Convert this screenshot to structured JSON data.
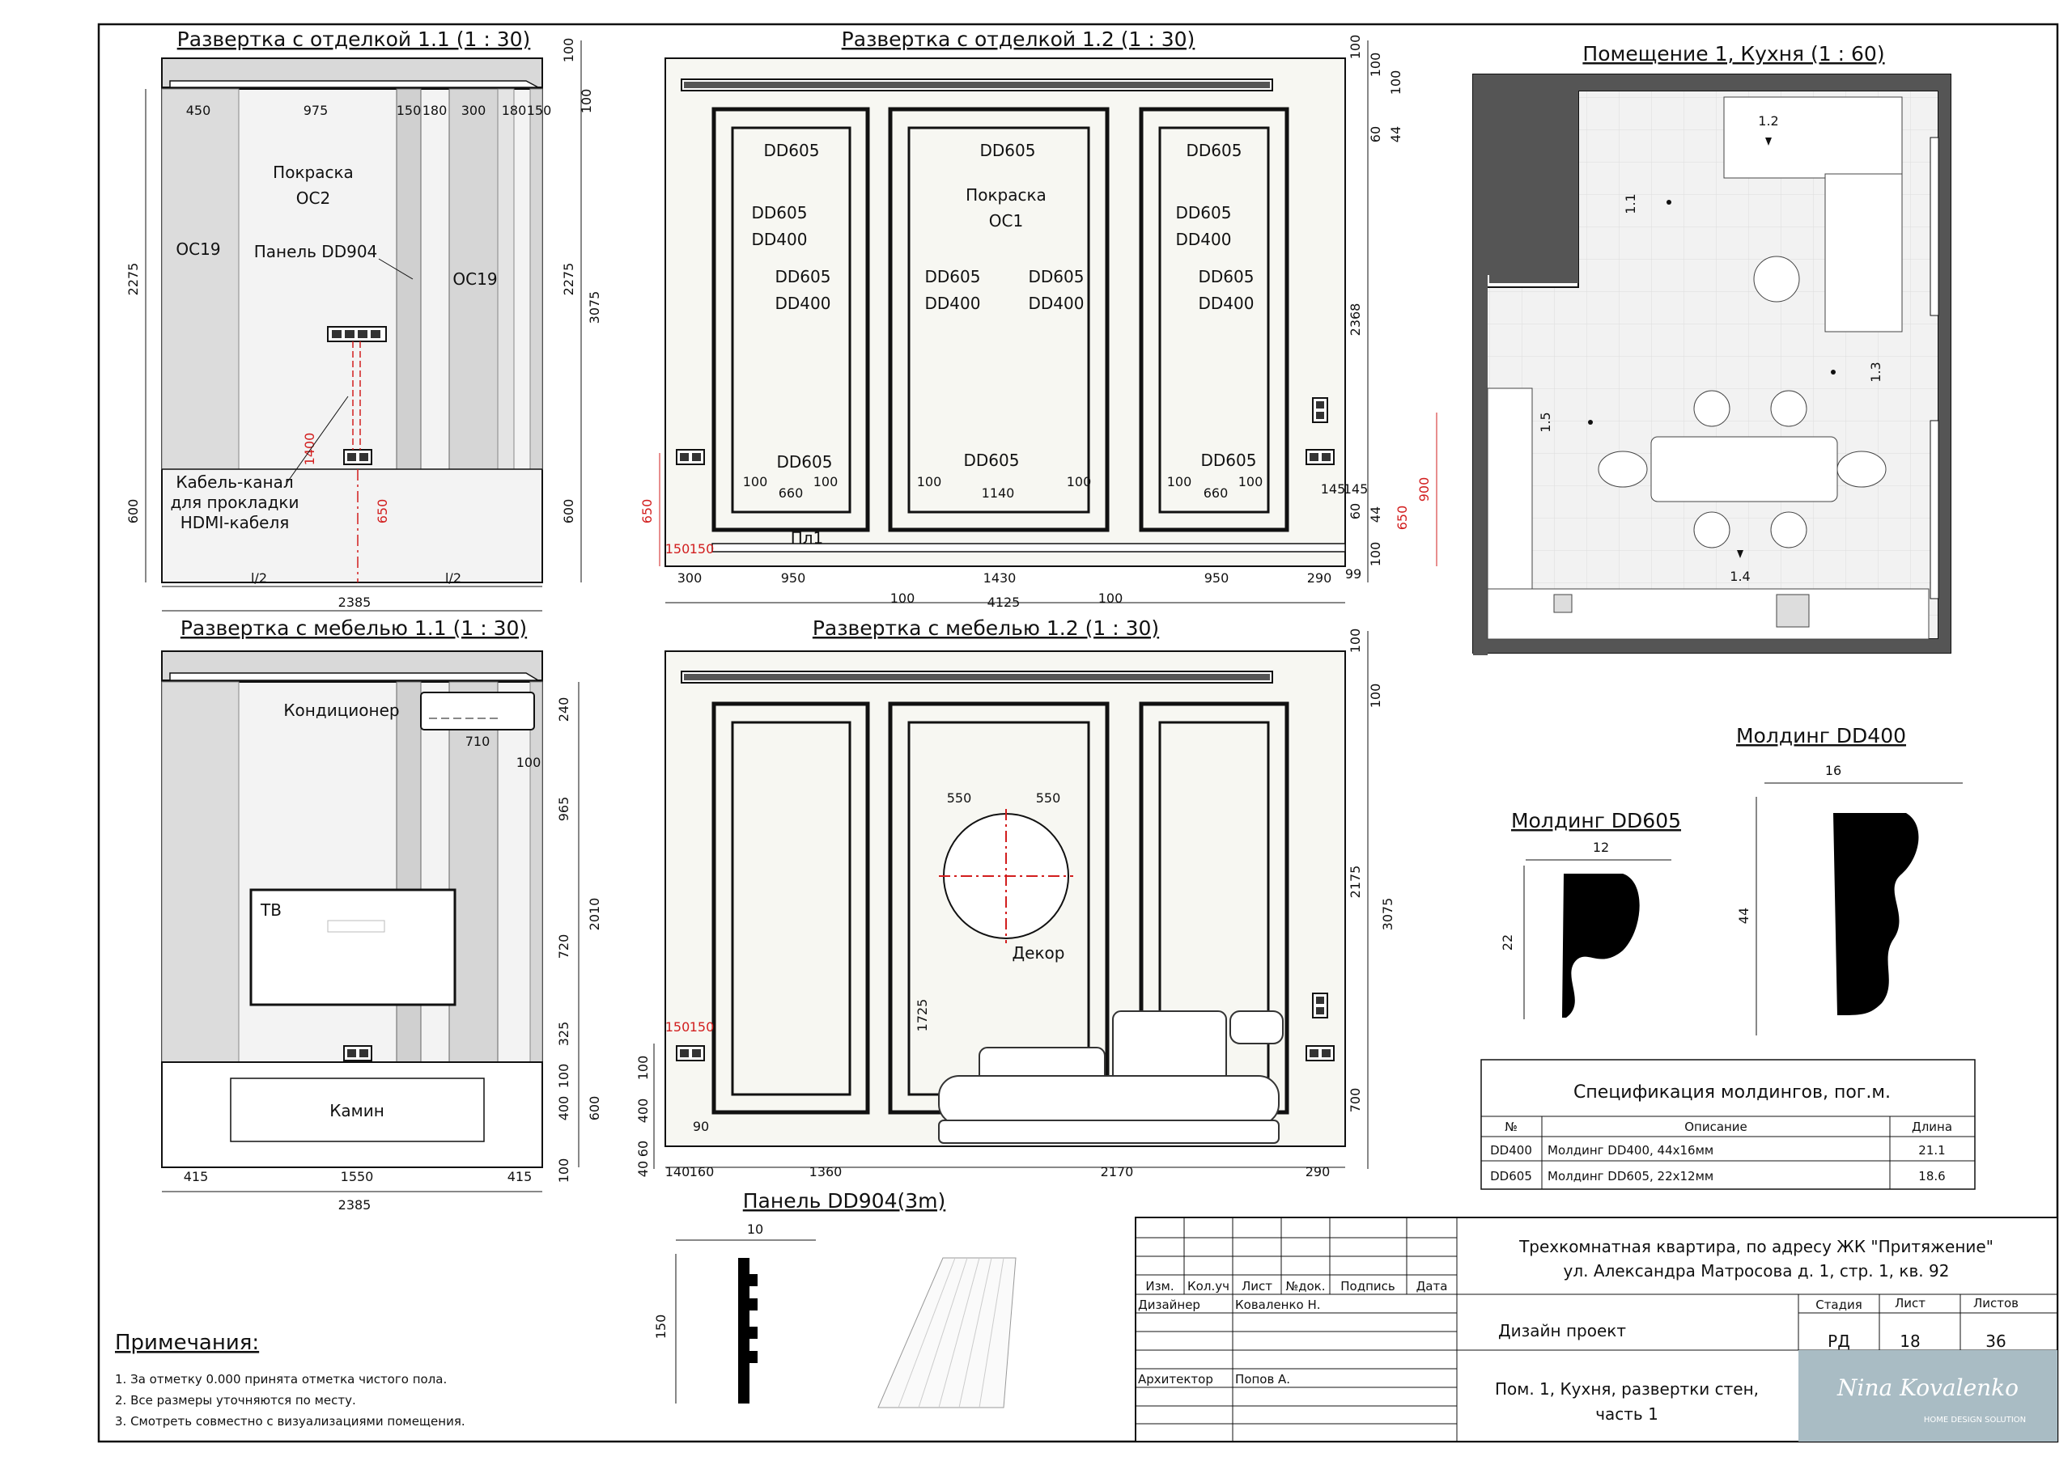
{
  "titles": {
    "finish_1_1": "Развертка с отделкой 1.1 (1 : 30)",
    "finish_1_2": "Развертка с отделкой 1.2 (1 : 30)",
    "room": "Помещение 1, Кухня (1 : 60)",
    "furn_1_1": "Развертка с мебелью 1.1 (1 : 30)",
    "furn_1_2": "Развертка с мебелью 1.2 (1 : 30)",
    "molding_dd400": "Молдинг DD400",
    "molding_dd605": "Молдинг DD605",
    "panel_dd904": "Панель DD904(3m)"
  },
  "finish_1_1": {
    "top_dims": [
      "450",
      "975",
      "150",
      "180",
      "300",
      "180",
      "150"
    ],
    "right_dims": [
      "100",
      "100",
      "2275",
      "3075",
      "600"
    ],
    "left_dims": [
      "2275",
      "600"
    ],
    "labels": {
      "paint": "Покраска",
      "paint_code": "ОС2",
      "oc19_left": "ОС19",
      "oc19_right": "ОС19",
      "panel": "Панель DD904",
      "cable_1": "Кабель-канал",
      "cable_2": "для прокладки",
      "cable_3": "HDMI-кабеля"
    },
    "red_dims": [
      "1400",
      "650"
    ],
    "bottom_dims": [
      "l/2",
      "l/2",
      "2385"
    ]
  },
  "finish_1_2": {
    "labels": {
      "dd605": "DD605",
      "dd400": "DD400",
      "paint": "Покраска",
      "paint_code": "ОС1",
      "pl1": "Пл1"
    },
    "inner_dims": [
      "100",
      "660",
      "100",
      "100",
      "1140",
      "100",
      "100",
      "660",
      "100"
    ],
    "right_dims": [
      "100",
      "100",
      "100",
      "60",
      "44",
      "2368",
      "145",
      "145",
      "44",
      "60",
      "100",
      "99"
    ],
    "red_dims": [
      "650",
      "150",
      "150",
      "900",
      "650"
    ],
    "bottom_dims": [
      "300",
      "950",
      "1430",
      "950",
      "290",
      "100",
      "4125",
      "100"
    ]
  },
  "furn_1_1": {
    "labels": {
      "ac": "Кондиционер",
      "tv": "ТВ",
      "fireplace": "Камин"
    },
    "dims": [
      "240",
      "710",
      "100",
      "965",
      "2010",
      "720",
      "325",
      "400",
      "600",
      "100",
      "100"
    ],
    "bottom_dims": [
      "415",
      "1550",
      "415",
      "2385"
    ]
  },
  "furn_1_2": {
    "labels": {
      "decor": "Декор"
    },
    "dims": [
      "100",
      "100",
      "550",
      "550",
      "2175",
      "3075",
      "1725",
      "700"
    ],
    "red_dims": [
      "150",
      "150"
    ],
    "left_dims": [
      "100",
      "400",
      "60",
      "40",
      "90"
    ],
    "bottom_dims": [
      "140",
      "160",
      "1360",
      "2170",
      "290"
    ]
  },
  "room_plan": {
    "markers": [
      "1.1",
      "1.2",
      "1.3",
      "1.4",
      "1.5"
    ]
  },
  "moldings": {
    "dd400_w": "16",
    "dd400_h": "44",
    "dd605_w": "12",
    "dd605_h": "22",
    "panel_w": "10",
    "panel_h": "150"
  },
  "spec_table": {
    "title": "Спецификация молдингов, пог.м.",
    "headers": [
      "№",
      "Описание",
      "Длина"
    ],
    "rows": [
      {
        "code": "DD400",
        "desc": "Молдинг DD400, 44х16мм",
        "len": "21.1"
      },
      {
        "code": "DD605",
        "desc": "Молдинг DD605, 22х12мм",
        "len": "18.6"
      }
    ]
  },
  "notes": {
    "title": "Примечания:",
    "items": [
      "1.  За отметку 0.000 принята отметка чистого пола.",
      "2.  Все размеры уточняются по месту.",
      "3.  Смотреть совместно с визуализациями помещения."
    ]
  },
  "title_block": {
    "headers": [
      "Изм.",
      "Кол.уч",
      "Лист",
      "№док.",
      "Подпись",
      "Дата"
    ],
    "designer_role": "Дизайнер",
    "designer_name": "Коваленко Н.",
    "architect_role": "Архитектор",
    "architect_name": "Попов А.",
    "project_1": "Трехкомнатная квартира, по адресу ЖК \"Притяжение\"",
    "project_2": "ул. Александра Матросова д. 1, стр. 1, кв. 92",
    "doc_type": "Дизайн проект",
    "stage_label": "Стадия",
    "sheet_label": "Лист",
    "sheets_label": "Листов",
    "stage": "РД",
    "sheet": "18",
    "sheets": "36",
    "sheet_title_1": "Пом. 1, Кухня, развертки стен,",
    "sheet_title_2": "часть 1",
    "logo_1": "Nina Kovalenko",
    "logo_2": "HOME DESIGN SOLUTION"
  }
}
